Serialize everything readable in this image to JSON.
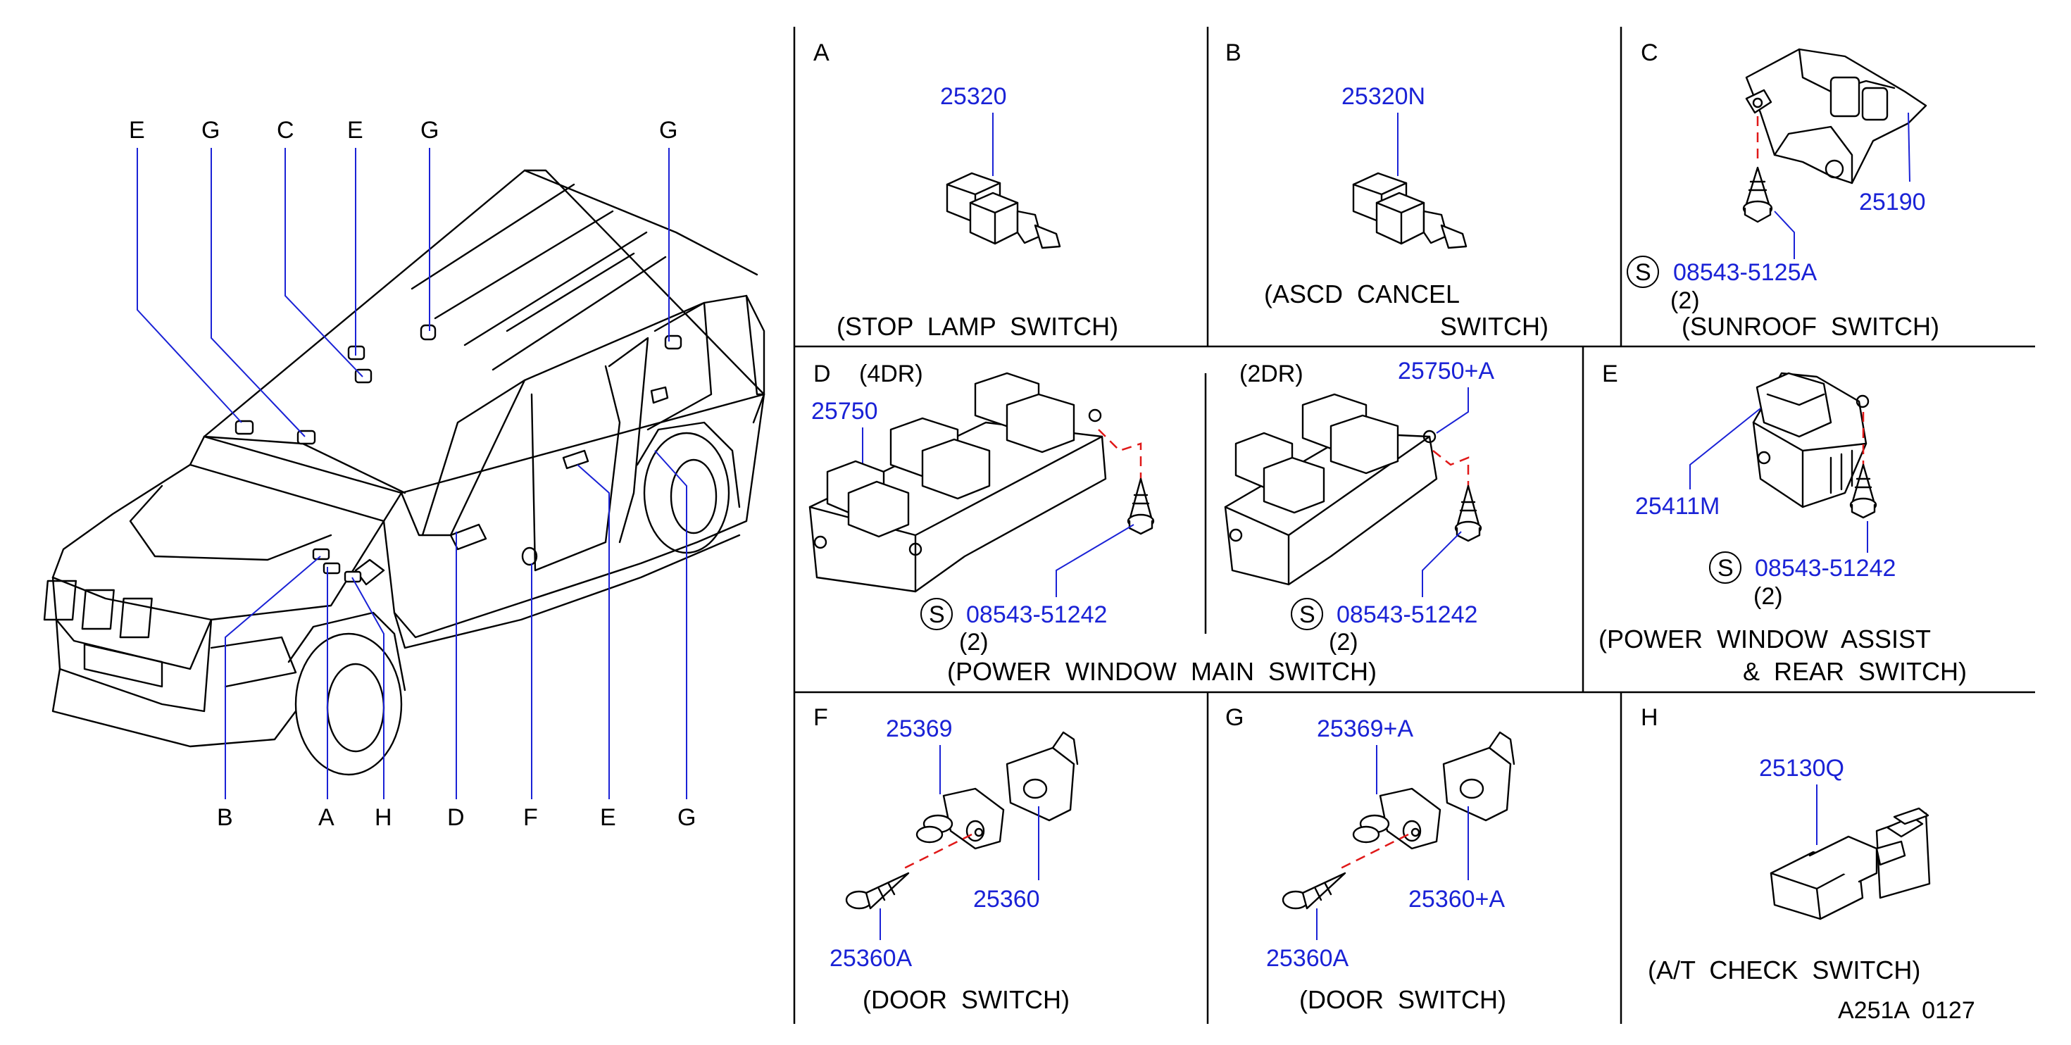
{
  "vehicle": {
    "top_labels": [
      "E",
      "G",
      "C",
      "E",
      "G",
      "G"
    ],
    "bottom_labels": [
      "B",
      "A",
      "H",
      "D",
      "F",
      "E",
      "G"
    ]
  },
  "panels": {
    "A": {
      "letter": "A",
      "part": "25320",
      "caption": "(STOP  LAMP  SWITCH)"
    },
    "B": {
      "letter": "B",
      "part": "25320N",
      "caption_line1": "(ASCD  CANCEL",
      "caption_line2": "SWITCH)"
    },
    "C": {
      "letter": "C",
      "part_switch": "25190",
      "screw_symbol": "S",
      "screw": "08543-5125A",
      "qty": "(2)",
      "caption": "(SUNROOF  SWITCH)"
    },
    "D": {
      "letter": "D",
      "variant_4dr": "(4DR)",
      "variant_2dr": "(2DR)",
      "part_4dr": "25750",
      "part_2dr": "25750+A",
      "screw_symbol": "S",
      "screw_4dr": "08543-51242",
      "screw_2dr": "08543-51242",
      "qty_4dr": "(2)",
      "qty_2dr": "(2)",
      "caption": "(POWER  WINDOW  MAIN  SWITCH)"
    },
    "E": {
      "letter": "E",
      "part": "25411M",
      "screw_symbol": "S",
      "screw": "08543-51242",
      "qty": "(2)",
      "caption_line1": "(POWER  WINDOW  ASSIST",
      "caption_line2": "&  REAR  SWITCH)"
    },
    "F": {
      "letter": "F",
      "part_switch": "25369",
      "part_bracket": "25360",
      "part_screw": "25360A",
      "caption": "(DOOR  SWITCH)"
    },
    "G": {
      "letter": "G",
      "part_switch": "25369+A",
      "part_bracket": "25360+A",
      "part_screw": "25360A",
      "caption": "(DOOR  SWITCH)"
    },
    "H": {
      "letter": "H",
      "part": "25130Q",
      "caption": "(A/T  CHECK  SWITCH)"
    }
  },
  "diagram_code": "A251A  0127",
  "colors": {
    "part_number": "#1a22d6",
    "dashed_guide": "#e01818",
    "line_art": "#000000"
  }
}
